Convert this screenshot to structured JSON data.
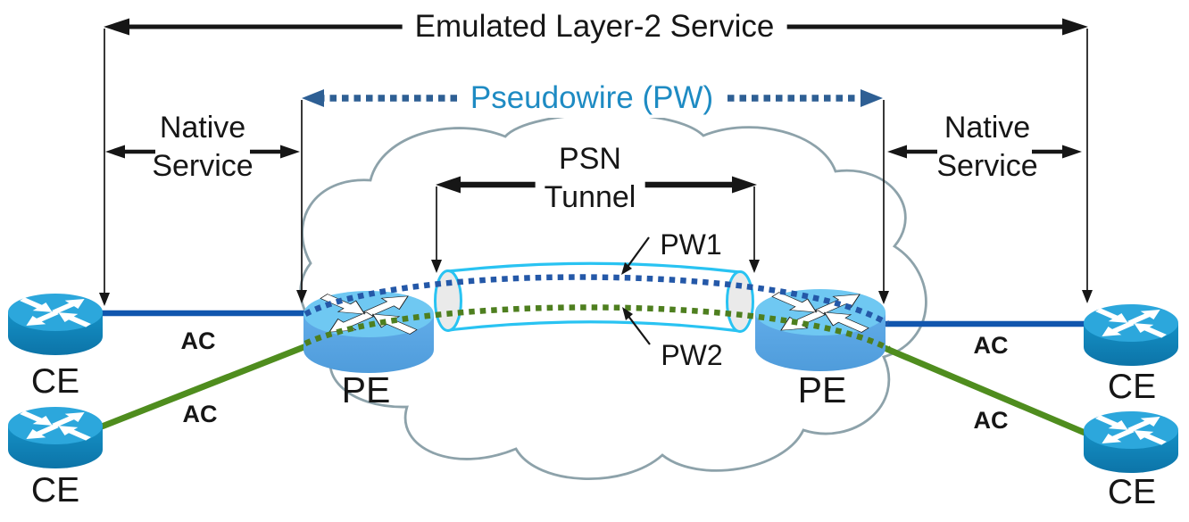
{
  "labels": {
    "emulated_service": "Emulated Layer-2 Service",
    "pseudowire": "Pseudowire (PW)",
    "native_service_left": "Native\nService",
    "native_service_right": "Native\nService",
    "psn_tunnel": "PSN\nTunnel",
    "pw1": "PW1",
    "pw2": "PW2"
  },
  "nodes": {
    "pe_left": "PE",
    "pe_right": "PE",
    "ce_top_left": "CE",
    "ce_bottom_left": "CE",
    "ce_top_right": "CE",
    "ce_bottom_right": "CE"
  },
  "attachment_circuits": {
    "top_left": "AC",
    "bottom_left": "AC",
    "top_right": "AC",
    "bottom_right": "AC"
  },
  "colors": {
    "measurement_arrows": "#161616",
    "pseudowire_text": "#1E8BC3",
    "pseudowire_dotted_arrow": "#2E5F94",
    "pw1_dotted_line": "#2458A8",
    "pw2_dotted_line": "#4E7F1F",
    "ac_blue_line": "#1156AE",
    "ac_green_line": "#4F8D1E",
    "tunnel_outline": "#29C3F2",
    "tunnel_cap_fill": "#EAEAEA",
    "cloud_outline": "#8DA2AA",
    "ce_router_top": "#2CA7DC",
    "ce_router_body": "#1590C5",
    "pe_router_top": "#6FC8F2",
    "pe_router_body": "#61ACE9"
  }
}
